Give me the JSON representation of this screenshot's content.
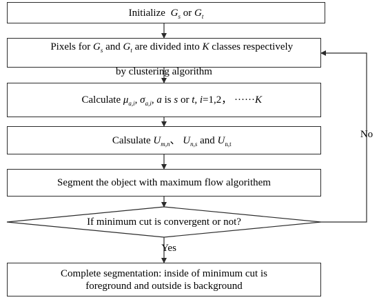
{
  "nodes": {
    "initialize": {
      "text": "Initialize",
      "gs": "G",
      "gs_sub": "s",
      "or": " or ",
      "gt": "G",
      "gt_sub": "t"
    },
    "divide": {
      "line1_a": "Pixels for ",
      "gs": "G",
      "gs_sub": "s",
      "and": " and ",
      "gt": "G",
      "gt_sub": "t",
      "line1_b": " are divided into ",
      "k": "K",
      "line1_c": " classes respectively",
      "line2": "by clustering algorithm"
    },
    "calculate": {
      "prefix": "Calculate ",
      "mu": "μ",
      "mu_sub": "a,i",
      "comma1": ", ",
      "sigma": "σ",
      "sigma_sub": "a,i",
      "comma2": ", ",
      "a": "a",
      "is": " is ",
      "s": "s",
      "or": " or ",
      "t": "t",
      "comma3": ", ",
      "i": "i",
      "range": "=1,2， ······",
      "k": "K"
    },
    "calsulate": {
      "prefix": "Calsulate ",
      "u1": "U",
      "u1_sub": "m,n",
      "sep": "、 ",
      "u2": "U",
      "u2_sub": "n,s",
      "and": " and ",
      "u3": "U",
      "u3_sub": "n,t"
    },
    "segment": {
      "text": "Segment the object with maximum flow algorithem"
    },
    "decision": {
      "text": "If minimum cut is convergent or not?"
    },
    "complete": {
      "line1": "Complete segmentation: inside of minimum cut is",
      "line2": "foreground and outside is background"
    }
  },
  "edges": {
    "yes_label": "Yes",
    "no_label": "No"
  },
  "colors": {
    "stroke": "#2b2b2b",
    "text": "#000000",
    "background": "#ffffff"
  }
}
